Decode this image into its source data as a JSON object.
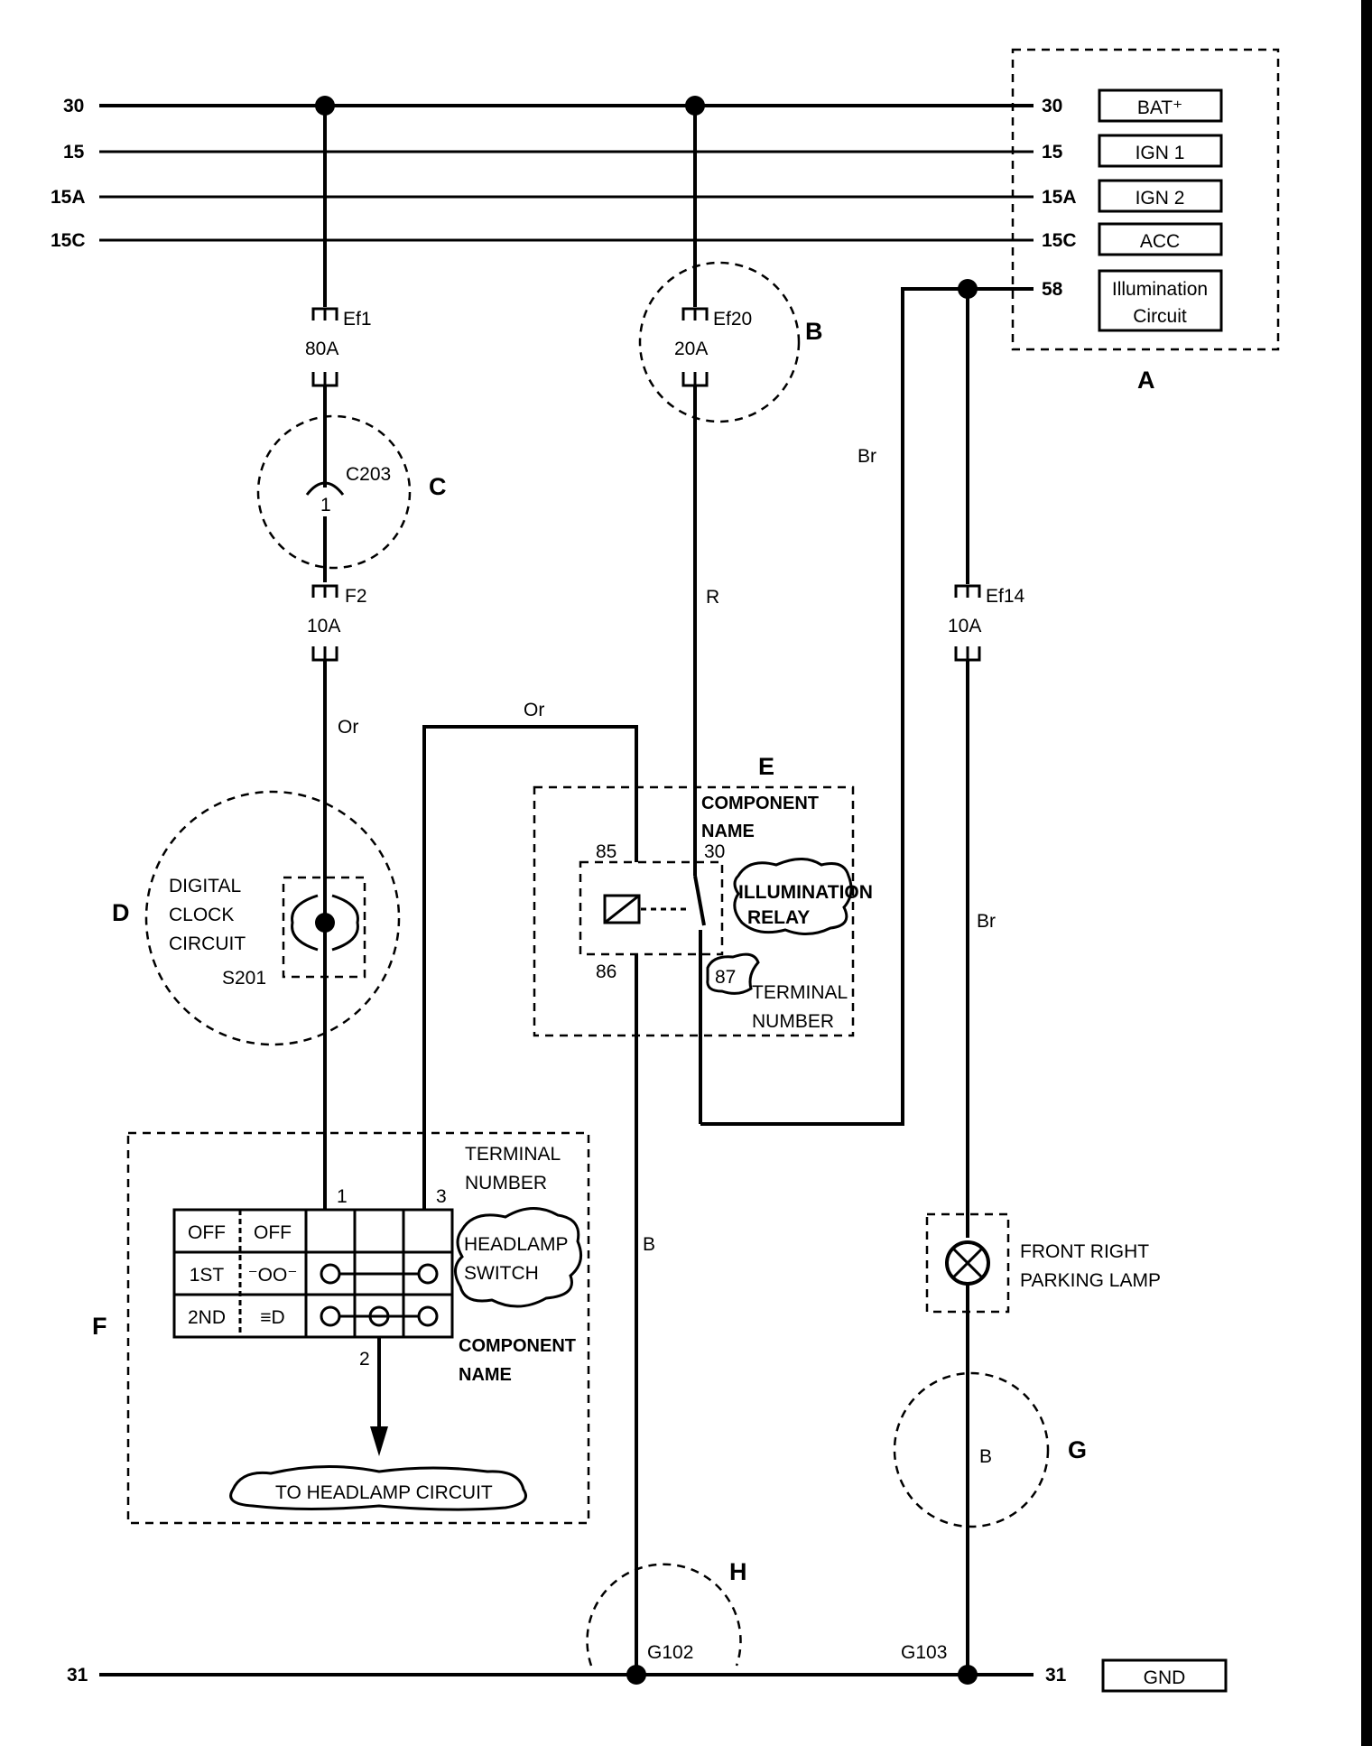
{
  "bus_lines": [
    {
      "terminal": "30",
      "label": "BAT⁺"
    },
    {
      "terminal": "15",
      "label": "IGN 1"
    },
    {
      "terminal": "15A",
      "label": "IGN 2"
    },
    {
      "terminal": "15C",
      "label": "ACC"
    }
  ],
  "illumination": {
    "terminal": "58",
    "label_line1": "Illumination",
    "label_line2": "Circuit"
  },
  "ground": {
    "terminal": "31",
    "label": "GND"
  },
  "callouts": [
    "A",
    "B",
    "C",
    "D",
    "E",
    "F",
    "G",
    "H"
  ],
  "fuses": {
    "ef1": {
      "name": "Ef1",
      "rating": "80A"
    },
    "ef20": {
      "name": "Ef20",
      "rating": "20A"
    },
    "f2": {
      "name": "F2",
      "rating": "10A"
    },
    "ef14": {
      "name": "Ef14",
      "rating": "10A"
    }
  },
  "connector": {
    "name": "C203",
    "pin": "1"
  },
  "splice": {
    "name": "S201",
    "line1": "DIGITAL",
    "line2": "CLOCK",
    "line3": "CIRCUIT"
  },
  "wire_colors": {
    "or_1": "Or",
    "or_2": "Or",
    "r": "R",
    "br_1": "Br",
    "br_2": "Br",
    "b_1": "B",
    "b_2": "B"
  },
  "relay": {
    "component_line1": "COMPONENT",
    "component_line2": "NAME",
    "name_line1": "ILLUMINATION",
    "name_line2": "RELAY",
    "t85": "85",
    "t86": "86",
    "t30": "30",
    "t87": "87",
    "terminal_line1": "TERMINAL",
    "terminal_line2": "NUMBER"
  },
  "switch": {
    "terminal_line1": "TERMINAL",
    "terminal_line2": "NUMBER",
    "t1": "1",
    "t2": "2",
    "t3": "3",
    "rows": [
      {
        "pos": "OFF",
        "sym": "OFF"
      },
      {
        "pos": "1ST",
        "sym": "⁻ОО⁻"
      },
      {
        "pos": "2ND",
        "sym": "≡D"
      }
    ],
    "name_line1": "HEADLAMP",
    "name_line2": "SWITCH",
    "component_line1": "COMPONENT",
    "component_line2": "NAME",
    "to_circuit": "TO HEADLAMP CIRCUIT"
  },
  "lamp": {
    "line1": "FRONT RIGHT",
    "line2": "PARKING LAMP"
  },
  "grounds": {
    "g102": "G102",
    "g103": "G103"
  }
}
